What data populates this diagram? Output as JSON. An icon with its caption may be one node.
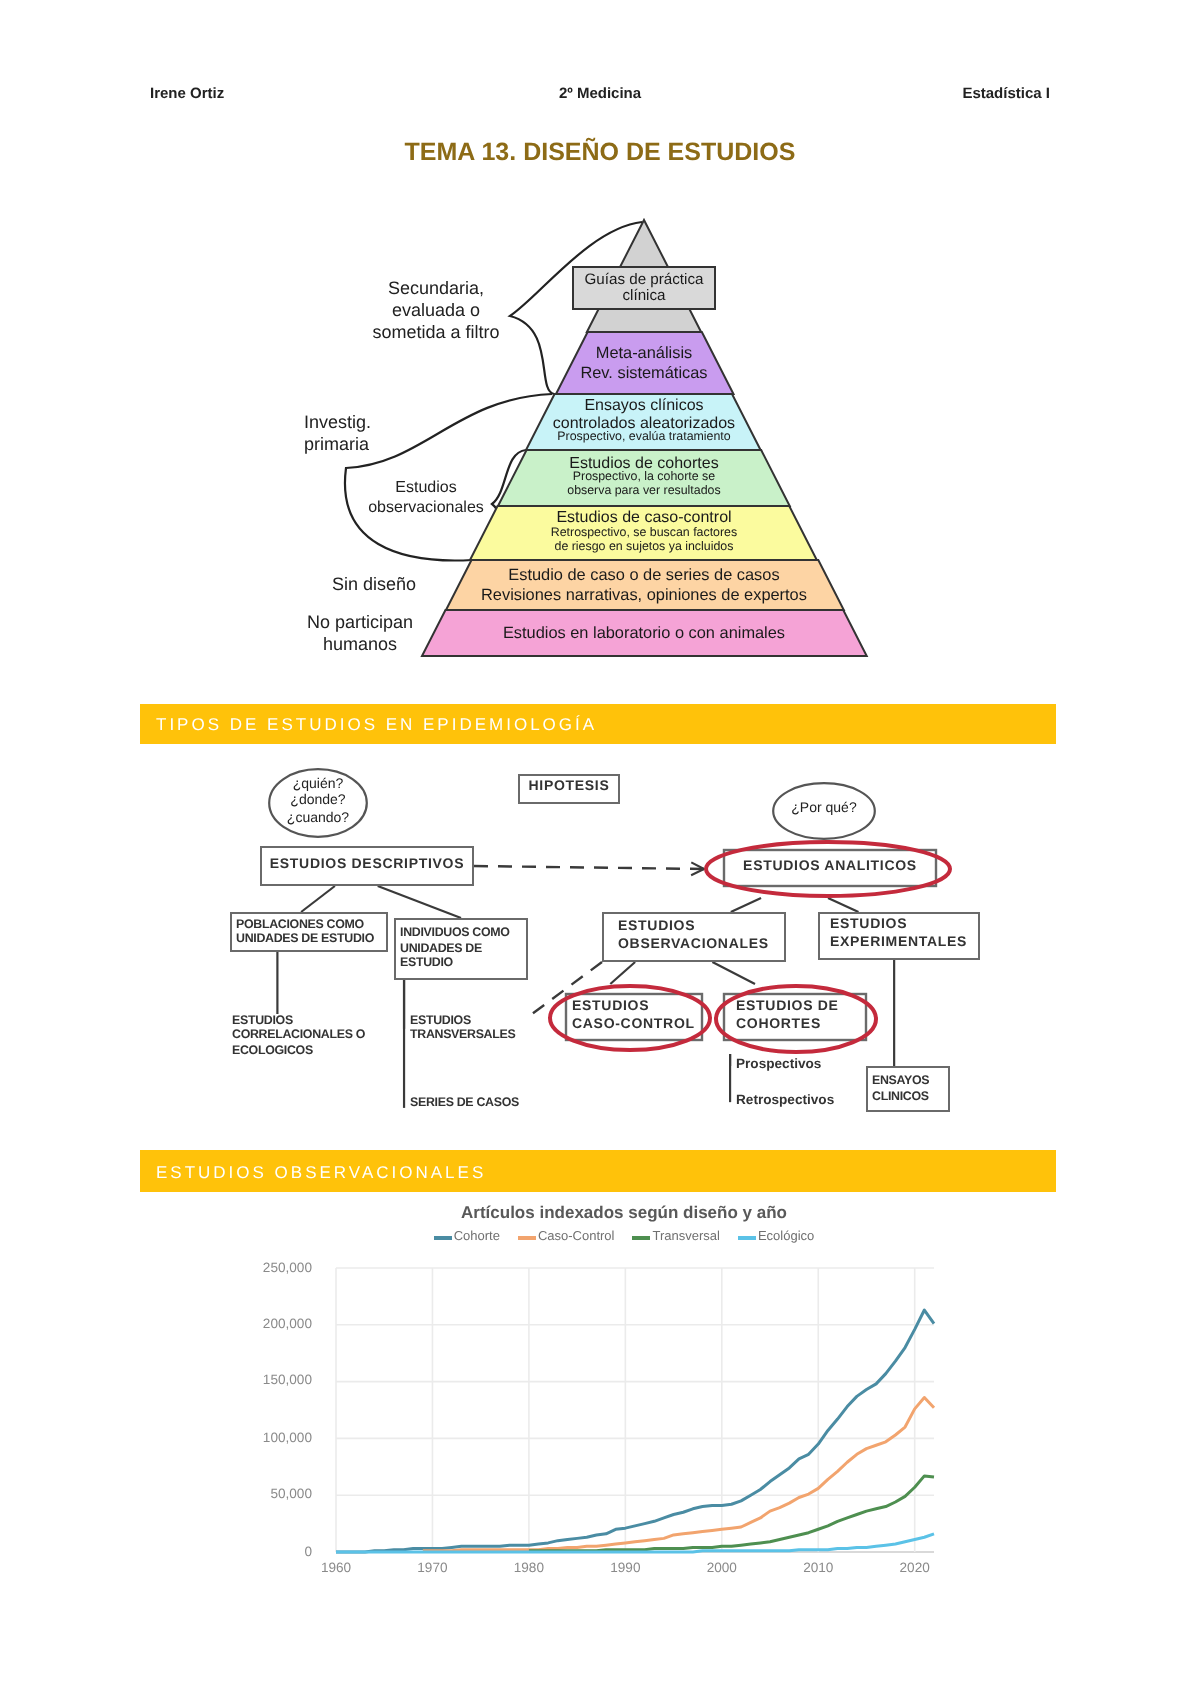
{
  "diagram": {
    "title": "TEMA 13. DISEÑO DE ESTUDIOS",
    "nodes": [
      {
        "text": [
          "Guías de práctica clínica"
        ]
      },
      {
        "text": [
          "Meta-análisis",
          "Rev. sistemáticas"
        ]
      },
      {
        "text": [
          "Ensayos clínicos controlados aleatorizados",
          "Prospectivo, evalúa tratamiento"
        ]
      },
      {
        "text": [
          "Estudios de cohortes",
          "Prospectivo, la cohorte se observa para ver resultados"
        ]
      },
      {
        "text": [
          "Estudios de caso-control",
          "Retrospectivo, se buscan factores de riesgo en sujetos ya incluidos"
        ]
      },
      {
        "text": [
          "Estudio de caso o de series de casos",
          "Revisiones narrativas, opiniones de expertos"
        ]
      },
      {
        "text": [
          "Estudios en laboratorio o con animales"
        ]
      },
      {
        "text": [
          "TIPOS DE ESTUDIOS EN EPIDEMIOLOGÍA"
        ]
      },
      {
        "text": [
          "¿quién? ¿donde? ¿cuando?"
        ]
      },
      {
        "text": [
          "HIPOTESIS"
        ]
      },
      {
        "text": [
          "¿Por qué?"
        ]
      },
      {
        "text": [
          "ESTUDIOS DESCRIPTIVOS"
        ]
      },
      {
        "text": [
          "ESTUDIOS ANALITICOS"
        ]
      },
      {
        "text": [
          "POBLACIONES COMO UNIDADES DE ESTUDIO"
        ]
      },
      {
        "text": [
          "INDIVIDUOS COMO UNIDADES DE ESTUDIO"
        ]
      },
      {
        "text": [
          "ESTUDIOS OBSERVACIONALES"
        ]
      },
      {
        "text": [
          "ESTUDIOS EXPERIMENTALES"
        ]
      },
      {
        "text": [
          "ESTUDIOS CORRELACIONALES O ECOLOGICOS"
        ]
      },
      {
        "text": [
          "ESTUDIOS TRANSVERSALES"
        ]
      },
      {
        "text": [
          "ESTUDIOS CASO-CONTROL"
        ]
      },
      {
        "text": [
          "ESTUDIOS DE COHORTES"
        ]
      },
      {
        "text": [
          "Prospectivos"
        ]
      },
      {
        "text": [
          "ENSAYOS CLINICOS"
        ]
      },
      {
        "text": [
          "SERIES DE CASOS"
        ]
      },
      {
        "text": [
          "Retrospectivos"
        ]
      },
      {
        "text": [
          "ESTUDIOS OBSERVACIONALES"
        ]
      }
    ],
    "edges": [
      {
        "from": 11,
        "to": 12,
        "arrow": "to",
        "style": "dashed"
      },
      {
        "from": 11,
        "to": 13,
        "arrow": "none"
      },
      {
        "from": 11,
        "to": 14,
        "arrow": "none"
      },
      {
        "from": 12,
        "to": 15,
        "arrow": "none"
      },
      {
        "from": 12,
        "to": 16,
        "arrow": "none"
      },
      {
        "from": 13,
        "to": 17,
        "arrow": "none"
      },
      {
        "from": 14,
        "to": 18,
        "arrow": "none"
      },
      {
        "from": 14,
        "to": 23,
        "arrow": "none"
      },
      {
        "from": 15,
        "to": 18,
        "arrow": "none",
        "style": "dashed"
      },
      {
        "from": 15,
        "to": 19,
        "arrow": "none"
      },
      {
        "from": 15,
        "to": 20,
        "arrow": "none"
      },
      {
        "from": 20,
        "to": 21,
        "arrow": "none"
      },
      {
        "from": 20,
        "to": 24,
        "arrow": "none"
      },
      {
        "from": 16,
        "to": 22,
        "arrow": "none"
      }
    ],
    "labels": [
      "Irene Ortiz",
      "2º Medicina",
      "Estadística I",
      "Secundaria, evaluada o sometida a filtro",
      "Investig. primaria",
      "Estudios observacionales",
      "Sin diseño",
      "No participan humanos"
    ],
    "chart_data": {
      "type": "line",
      "title": "Artículos indexados según diseño y año",
      "x": [
        1960,
        1961,
        1962,
        1963,
        1964,
        1965,
        1966,
        1967,
        1968,
        1969,
        1970,
        1971,
        1972,
        1973,
        1974,
        1975,
        1976,
        1977,
        1978,
        1979,
        1980,
        1981,
        1982,
        1983,
        1984,
        1985,
        1986,
        1987,
        1988,
        1989,
        1990,
        1991,
        1992,
        1993,
        1994,
        1995,
        1996,
        1997,
        1998,
        1999,
        2000,
        2001,
        2002,
        2003,
        2004,
        2005,
        2006,
        2007,
        2008,
        2009,
        2010,
        2011,
        2012,
        2013,
        2014,
        2015,
        2016,
        2017,
        2018,
        2019,
        2020,
        2021,
        2022
      ],
      "series": [
        {
          "name": "Cohorte",
          "color": "#4a8ca3",
          "values": [
            0,
            0,
            0,
            0,
            1000,
            1000,
            2000,
            2000,
            3000,
            3000,
            3000,
            3000,
            4000,
            5000,
            5000,
            5000,
            5000,
            5000,
            6000,
            6000,
            6000,
            7000,
            8000,
            10000,
            11000,
            12000,
            13000,
            15000,
            16000,
            20000,
            21000,
            23000,
            25000,
            27000,
            30000,
            33000,
            35000,
            38000,
            40000,
            41000,
            41000,
            42000,
            45000,
            50000,
            55000,
            62000,
            68000,
            74000,
            82000,
            86000,
            95000,
            107000,
            117000,
            128000,
            137000,
            143000,
            148000,
            157000,
            168000,
            180000,
            196000,
            213000,
            201000
          ]
        },
        {
          "name": "Caso-Control",
          "color": "#f2a46e",
          "values": [
            null,
            null,
            null,
            null,
            null,
            null,
            null,
            null,
            null,
            1000,
            1000,
            1000,
            1000,
            2000,
            2000,
            2000,
            2000,
            2000,
            2000,
            2000,
            2000,
            2000,
            3000,
            3000,
            4000,
            4000,
            5000,
            5000,
            6000,
            7000,
            8000,
            9000,
            10000,
            11000,
            12000,
            15000,
            16000,
            17000,
            18000,
            19000,
            20000,
            21000,
            22000,
            26000,
            30000,
            36000,
            39000,
            43000,
            48000,
            51000,
            56000,
            64000,
            71000,
            79000,
            86000,
            91000,
            94000,
            97000,
            103000,
            110000,
            126000,
            136000,
            127000
          ]
        },
        {
          "name": "Transversal",
          "color": "#4e8f50",
          "values": [
            null,
            null,
            null,
            null,
            null,
            null,
            null,
            null,
            null,
            null,
            null,
            null,
            null,
            null,
            null,
            null,
            null,
            null,
            null,
            null,
            1000,
            1000,
            1000,
            1000,
            1000,
            1000,
            1000,
            1000,
            2000,
            2000,
            2000,
            2000,
            2000,
            3000,
            3000,
            3000,
            3000,
            4000,
            4000,
            4000,
            5000,
            5000,
            6000,
            7000,
            8000,
            9000,
            11000,
            13000,
            15000,
            17000,
            20000,
            23000,
            27000,
            30000,
            33000,
            36000,
            38000,
            40000,
            44000,
            49000,
            57000,
            67000,
            66000
          ]
        },
        {
          "name": "Ecológico",
          "color": "#5bc2e7",
          "values": [
            0,
            0,
            0,
            0,
            0,
            0,
            0,
            0,
            0,
            0,
            0,
            0,
            0,
            0,
            0,
            0,
            0,
            0,
            0,
            0,
            0,
            0,
            0,
            0,
            0,
            0,
            0,
            0,
            0,
            0,
            0,
            0,
            0,
            0,
            0,
            0,
            0,
            0,
            1000,
            1000,
            1000,
            1000,
            1000,
            1000,
            1000,
            1000,
            1000,
            1000,
            2000,
            2000,
            2000,
            2000,
            3000,
            3000,
            4000,
            4000,
            5000,
            6000,
            7000,
            9000,
            11000,
            13000,
            16000
          ]
        }
      ],
      "xlim": [
        1960,
        2022
      ],
      "ylim": [
        0,
        250000
      ],
      "xticks": [
        1960,
        1970,
        1980,
        1990,
        2000,
        2010,
        2020
      ],
      "yticks": [
        {
          "value": 0,
          "label": "0"
        },
        {
          "value": 50000,
          "label": "50,000"
        },
        {
          "value": 100000,
          "label": "100,000"
        },
        {
          "value": 150000,
          "label": "150,000"
        },
        {
          "value": 200000,
          "label": "200,000"
        },
        {
          "value": 250000,
          "label": "250,000"
        }
      ],
      "grid": true,
      "legend": "top"
    }
  }
}
